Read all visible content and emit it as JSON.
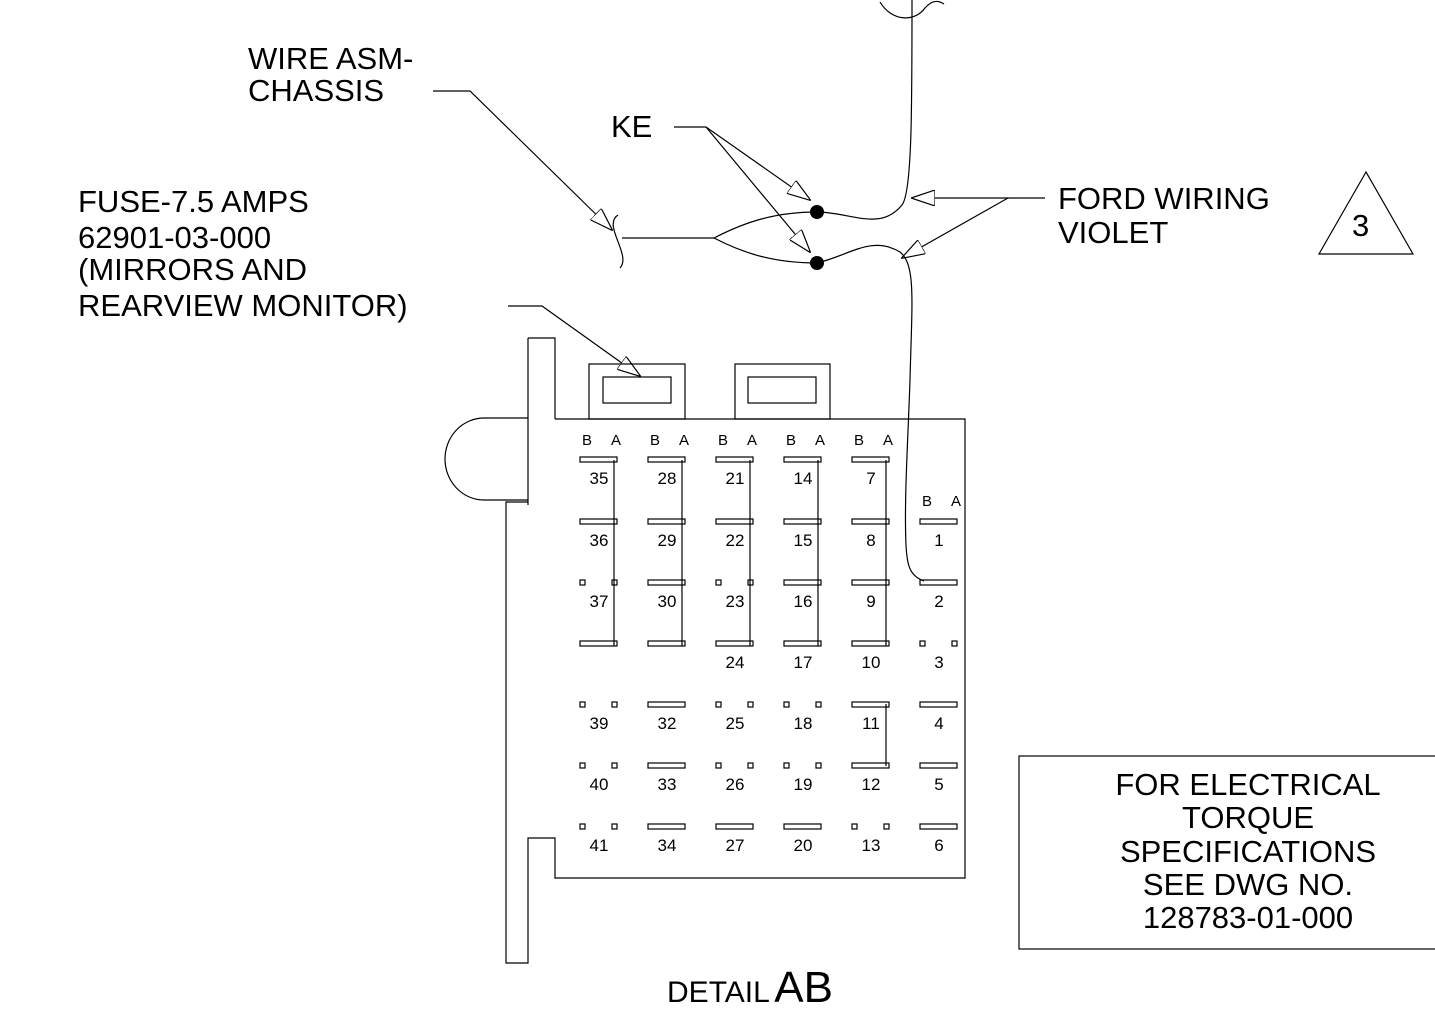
{
  "labels": {
    "wire_asm": [
      "WIRE ASM-",
      "CHASSIS"
    ],
    "ke": "KE",
    "fuse": [
      "FUSE-7.5 AMPS",
      "62901-03-000",
      "(MIRRORS AND",
      "REARVIEW MONITOR)"
    ],
    "ford_wiring": [
      "FORD WIRING",
      "VIOLET"
    ],
    "callout_number": "3",
    "note": [
      "FOR ELECTRICAL",
      "TORQUE",
      "SPECIFICATIONS",
      "SEE DWG NO.",
      "128783-01-000"
    ],
    "detail_prefix": "DETAIL",
    "detail_id": "AB"
  },
  "fuse_box": {
    "column_header_b": "B",
    "column_header_a": "A",
    "cavities": [
      [
        "35",
        "28",
        "21",
        "14",
        "7",
        ""
      ],
      [
        "36",
        "29",
        "22",
        "15",
        "8",
        "1"
      ],
      [
        "37",
        "30",
        "23",
        "16",
        "9",
        "2"
      ],
      [
        "",
        "",
        "24",
        "17",
        "10",
        "3"
      ],
      [
        "39",
        "32",
        "25",
        "18",
        "11",
        "4"
      ],
      [
        "40",
        "33",
        "26",
        "19",
        "12",
        "5"
      ],
      [
        "41",
        "34",
        "27",
        "20",
        "13",
        "6"
      ]
    ],
    "empty_cavities": [
      "37",
      "23",
      "3",
      "39",
      "25",
      "18",
      "40",
      "26",
      "19",
      "41",
      "13"
    ]
  }
}
